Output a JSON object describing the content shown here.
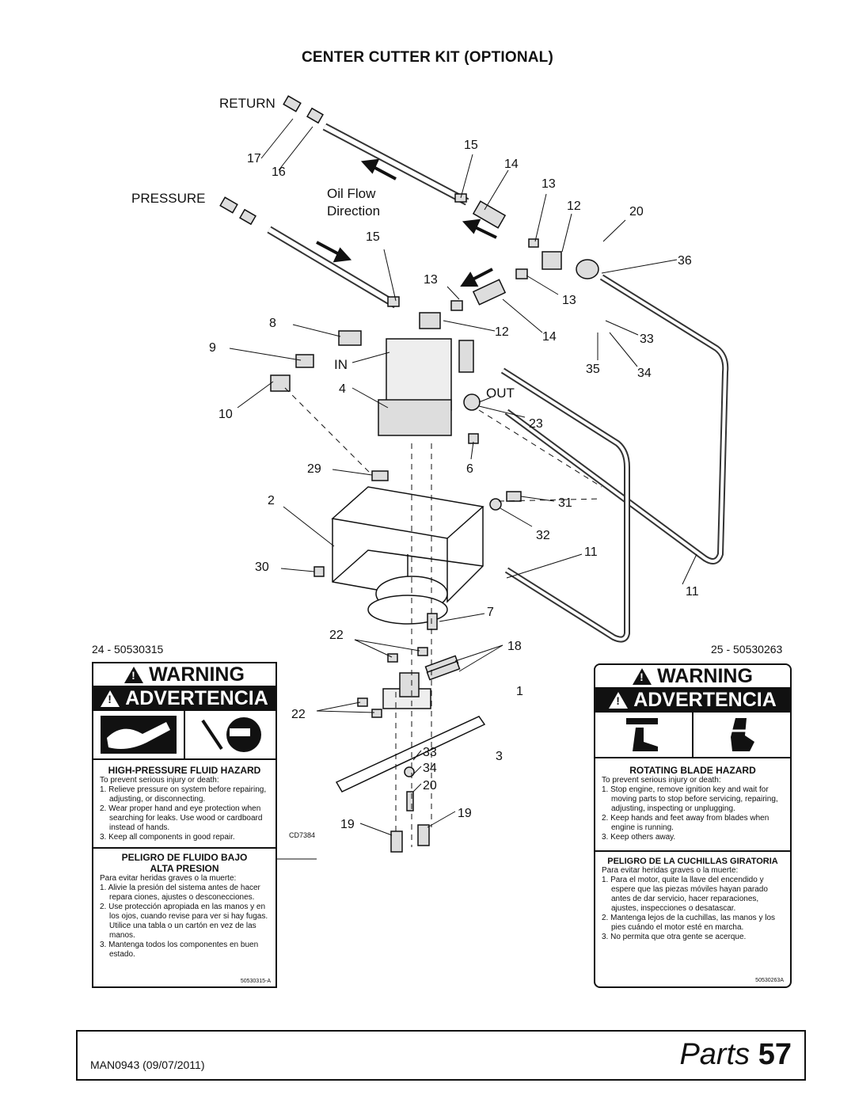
{
  "page_title": "CENTER CUTTER KIT (OPTIONAL)",
  "diagram": {
    "ref_code": "CD7384",
    "labels": {
      "return": "RETURN",
      "pressure": "PRESSURE",
      "oil_flow": "Oil Flow",
      "direction": "Direction",
      "in": "IN",
      "out": "OUT"
    },
    "callouts": [
      "17",
      "16",
      "15",
      "14",
      "13",
      "12",
      "20",
      "15",
      "13",
      "13",
      "36",
      "8",
      "12",
      "14",
      "33",
      "9",
      "35",
      "34",
      "4",
      "23",
      "10",
      "29",
      "6",
      "2",
      "31",
      "32",
      "30",
      "11",
      "11",
      "7",
      "22",
      "18",
      "1",
      "22",
      "33",
      "3",
      "34",
      "20",
      "19",
      "19"
    ]
  },
  "decal_left": {
    "id": "24 - 50530315",
    "warning": "WARNING",
    "advertencia": "ADVERTENCIA",
    "hazard_en": "HIGH-PRESSURE FLUID HAZARD",
    "intro_en": "To prevent serious injury or death:",
    "items_en": [
      "1. Relieve pressure on system before repairing, adjusting, or disconnecting.",
      "2. Wear proper hand and eye protection when searching for leaks. Use wood or cardboard instead of hands.",
      "3. Keep all components in good repair."
    ],
    "hazard_es_1": "PELIGRO DE FLUIDO BAJO",
    "hazard_es_2": "ALTA PRESION",
    "intro_es": "Para evitar heridas graves o la muerte:",
    "items_es": [
      "1. Alivie la presión del sistema antes de hacer repara ciones, ajustes o desconecciones.",
      "2. Use protección apropiada en las manos y en los ojos, cuando revise para ver si hay fugas. Utilice una tabla o un cartón en vez de las manos.",
      "3. Mantenga todos los componentes en buen estado."
    ],
    "ref": "50530315-A"
  },
  "decal_right": {
    "id": "25 - 50530263",
    "warning": "WARNING",
    "advertencia": "ADVERTENCIA",
    "hazard_en": "ROTATING BLADE HAZARD",
    "intro_en": "To prevent serious injury or death:",
    "items_en": [
      "1. Stop engine, remove ignition key and wait for moving parts to stop before servicing, repairing, adjusting, inspecting or unplugging.",
      "2. Keep hands and feet away from blades when engine is running.",
      "3. Keep others away."
    ],
    "hazard_es": "PELIGRO DE LA CUCHILLAS GIRATORIA",
    "intro_es": "Para evitar heridas graves o la muerte:",
    "items_es": [
      "1. Para el motor, quite la llave del encendido y espere que las piezas móviles hayan parado antes de dar servicio, hacer reparaciones, ajustes, inspecciones o desatascar.",
      "2. Mantenga lejos de la cuchillas, las manos y los pies cuándo el motor esté en marcha.",
      "3. No permita que otra gente se acerque."
    ],
    "ref": "50530263A"
  },
  "footer": {
    "manual": "MAN0943 (09/07/2011)",
    "section": "Parts",
    "page": "57"
  }
}
